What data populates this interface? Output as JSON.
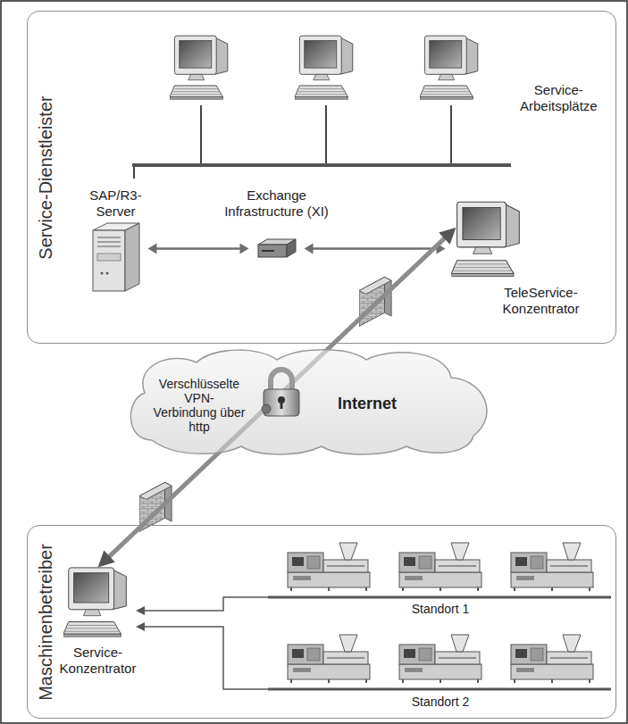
{
  "diagram": {
    "nodes": [
      {
        "text": [
          "Service-Dienstleister"
        ]
      },
      {
        "text": [
          "SAP/R3- Server"
        ],
        "in": 0
      },
      {
        "text": [
          "Exchange Infrastructure (XI)"
        ],
        "in": 0
      },
      {
        "text": [
          "TeleService- Konzentrator"
        ],
        "in": 0
      },
      {
        "text": [
          "Verschlüsselte VPN- Verbindung über http",
          "Internet"
        ]
      },
      {
        "text": [
          "Maschinenbetreiber"
        ]
      },
      {
        "text": [
          "Service- Konzentrator"
        ],
        "in": 5
      }
    ],
    "edges": [
      {
        "from": 1,
        "to": 2,
        "arrow": "both"
      },
      {
        "from": 2,
        "to": 3,
        "arrow": "both"
      },
      {
        "from": 6,
        "to": 3,
        "arrow": "both"
      }
    ],
    "labels": [
      "Service- Arbeitsplätze",
      "Standort 1",
      "Standort 2"
    ]
  }
}
